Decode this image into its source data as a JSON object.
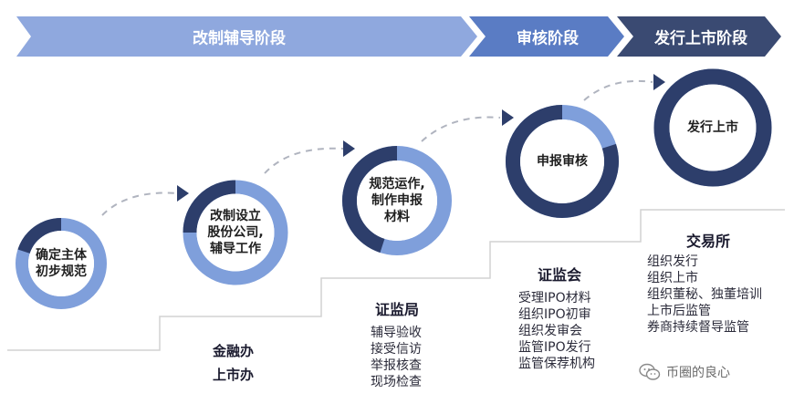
{
  "banner": {
    "stage1": "改制辅导阶段",
    "stage2": "审核阶段",
    "stage3": "发行上市阶段"
  },
  "colors": {
    "banner_light": "#8fa8de",
    "banner_mid": "#5a7cc4",
    "banner_dark": "#3a4a72",
    "ring_dark": "#2d3e6b",
    "ring_light": "#7f9fdb",
    "stair_line": "#d2d2d2",
    "dash": "#b0b4bf"
  },
  "steps": [
    {
      "lines": [
        "确定主体",
        "初步规范"
      ],
      "progress": 0.2
    },
    {
      "lines": [
        "改制设立",
        "股份公司,",
        "辅导工作"
      ],
      "progress": 0.25
    },
    {
      "lines": [
        "规范运作,",
        "制作申报",
        "材料"
      ],
      "progress": 0.45
    },
    {
      "lines": [
        "申报审核"
      ],
      "progress": 0.8
    },
    {
      "lines": [
        "发行上市"
      ],
      "progress": 1.0
    }
  ],
  "orgs": {
    "finance": {
      "title_lines": [
        "金融办",
        "上市办"
      ]
    },
    "csrc_bureau": {
      "title": "证监局",
      "items": [
        "辅导验收",
        "接受信访",
        "举报核查",
        "现场检查"
      ]
    },
    "csrc": {
      "title": "证监会",
      "items": [
        "受理IPO材料",
        "组织IPO初审",
        "组织发审会",
        "监管IPO发行",
        "监管保荐机构"
      ]
    },
    "exchange": {
      "title": "交易所",
      "items": [
        "组织发行",
        "组织上市",
        "组织董秘、独董培训",
        "上市后监管",
        "券商持续督导监管"
      ]
    }
  },
  "watermark": {
    "text": "币圈的良心",
    "icon": "wechat-icon"
  }
}
